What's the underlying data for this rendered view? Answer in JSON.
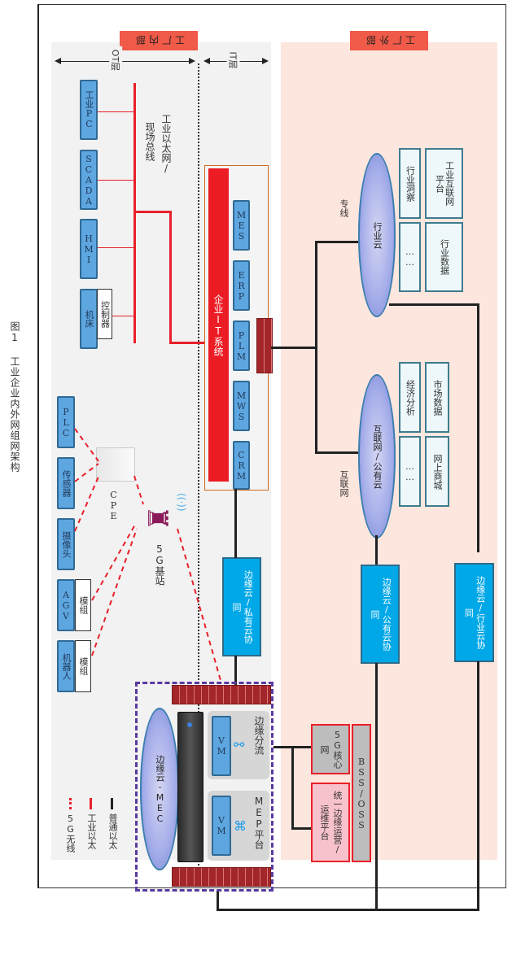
{
  "caption": "图1  工业企业内外网组网架构",
  "zones": {
    "inside": "工厂内部",
    "outside": "工厂外部"
  },
  "layers": {
    "ot": "OT层",
    "it": "IT层"
  },
  "ot_devices": [
    "工业PC",
    "SCADA",
    "HMI",
    "机床"
  ],
  "controller_label": "控制器",
  "fieldbus_label_1": "工业以太网/",
  "fieldbus_label_2": "现场总线",
  "enterprise_it": {
    "title": "企业IT系统",
    "systems": [
      "MES",
      "ERP",
      "PLM",
      "MWS",
      "CRM"
    ]
  },
  "wireless_devices": [
    "PLC",
    "传感器",
    "摄像头",
    "AGV",
    "机器人"
  ],
  "module_label": "模组",
  "cpe_label": "CPE",
  "base_station_label": "5G基站",
  "industry_cloud": {
    "name": "行业云",
    "link_label": "专线",
    "services": [
      "工业互联网平台",
      "行业数据",
      "行业洞察",
      "……"
    ]
  },
  "public_cloud": {
    "name": "互联网/公有云",
    "link_label": "互联网",
    "services": [
      "市场数据",
      "网上商城",
      "经济分析",
      "……"
    ]
  },
  "collab_boxes": {
    "industry": "边缘云/行业云协同",
    "public": "边缘云/公有云协同",
    "private": "边缘云/私有云协同"
  },
  "mec": {
    "name": "边缘云-MEC",
    "modules": [
      "边缘分流",
      "MEP平台"
    ],
    "vm_label": "VM"
  },
  "operator": {
    "bss": "BSS/OSS",
    "core": "5G核心网",
    "platform": "统一边缘运营/运维平台"
  },
  "legend": [
    {
      "label": "普通以太",
      "style": "solid-black"
    },
    {
      "label": "工业以太",
      "style": "solid-red"
    },
    {
      "label": "5G无线",
      "style": "dashed-red"
    }
  ],
  "colors": {
    "zone_tag": "#f05a48",
    "inside_bg": "#f2f2f2",
    "outside_bg": "#fde6de",
    "device_blue": "#5ea6e0",
    "collab_cyan": "#00a8e8",
    "industrial_red": "#e8202a",
    "mec_border": "#5a3aa0"
  }
}
